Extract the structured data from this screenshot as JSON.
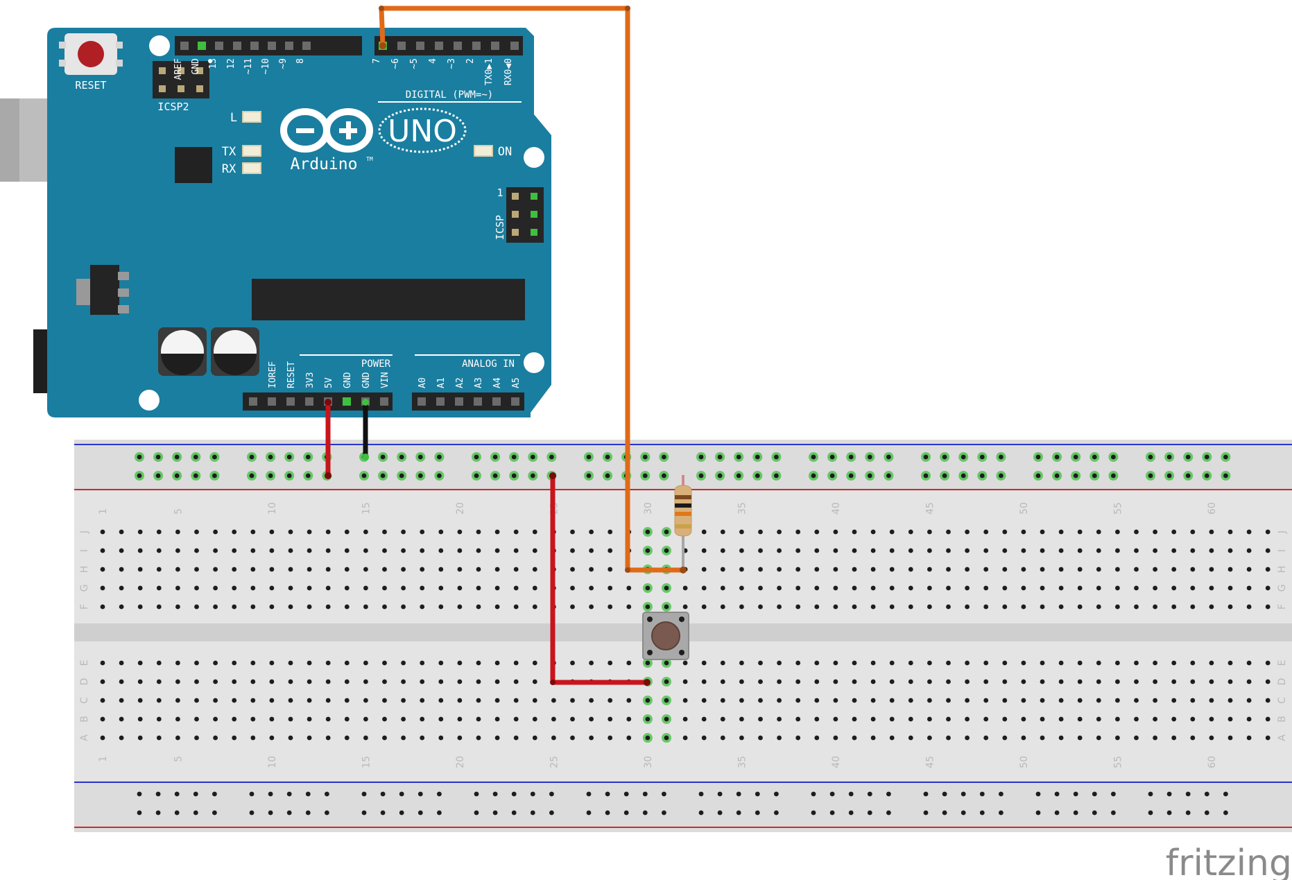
{
  "arduino": {
    "reset_label": "RESET",
    "icsp2_label": "ICSP2",
    "icsp_label": "ICSP",
    "icsp_pin1": "1",
    "brand": "Arduino",
    "trademark": "TM",
    "model": "UNO",
    "digital_label": "DIGITAL (PWM=~)",
    "power_label": "POWER",
    "analog_label": "ANALOG IN",
    "led_l": "L",
    "led_tx": "TX",
    "led_rx": "RX",
    "led_on": "ON",
    "top_pins": [
      "AREF",
      "GND",
      "13",
      "12",
      "~11",
      "~10",
      "~9",
      "8",
      "7",
      "~6",
      "~5",
      "4",
      "~3",
      "2",
      "TX0▶1",
      "RX0◀0"
    ],
    "power_pins": [
      "IOREF",
      "RESET",
      "3V3",
      "5V",
      "GND",
      "GND",
      "VIN"
    ],
    "analog_pins": [
      "A0",
      "A1",
      "A2",
      "A3",
      "A4",
      "A5"
    ]
  },
  "breadboard": {
    "row_letters_top": [
      "J",
      "I",
      "H",
      "G",
      "F"
    ],
    "row_letters_bottom": [
      "E",
      "D",
      "C",
      "B",
      "A"
    ],
    "column_numbers": [
      "1",
      "5",
      "10",
      "15",
      "20",
      "25",
      "30",
      "35",
      "40",
      "45",
      "50",
      "55",
      "60"
    ]
  },
  "watermark": "fritzing",
  "colors": {
    "board": "#1a7ea0",
    "wire_orange": "#e06a17",
    "wire_red": "#c8141c",
    "wire_black": "#111111",
    "breadboard": "#e3e3e3",
    "rail_blue": "#2a35c8",
    "rail_red": "#d0282e",
    "active_hole": "#3fbf3f"
  }
}
